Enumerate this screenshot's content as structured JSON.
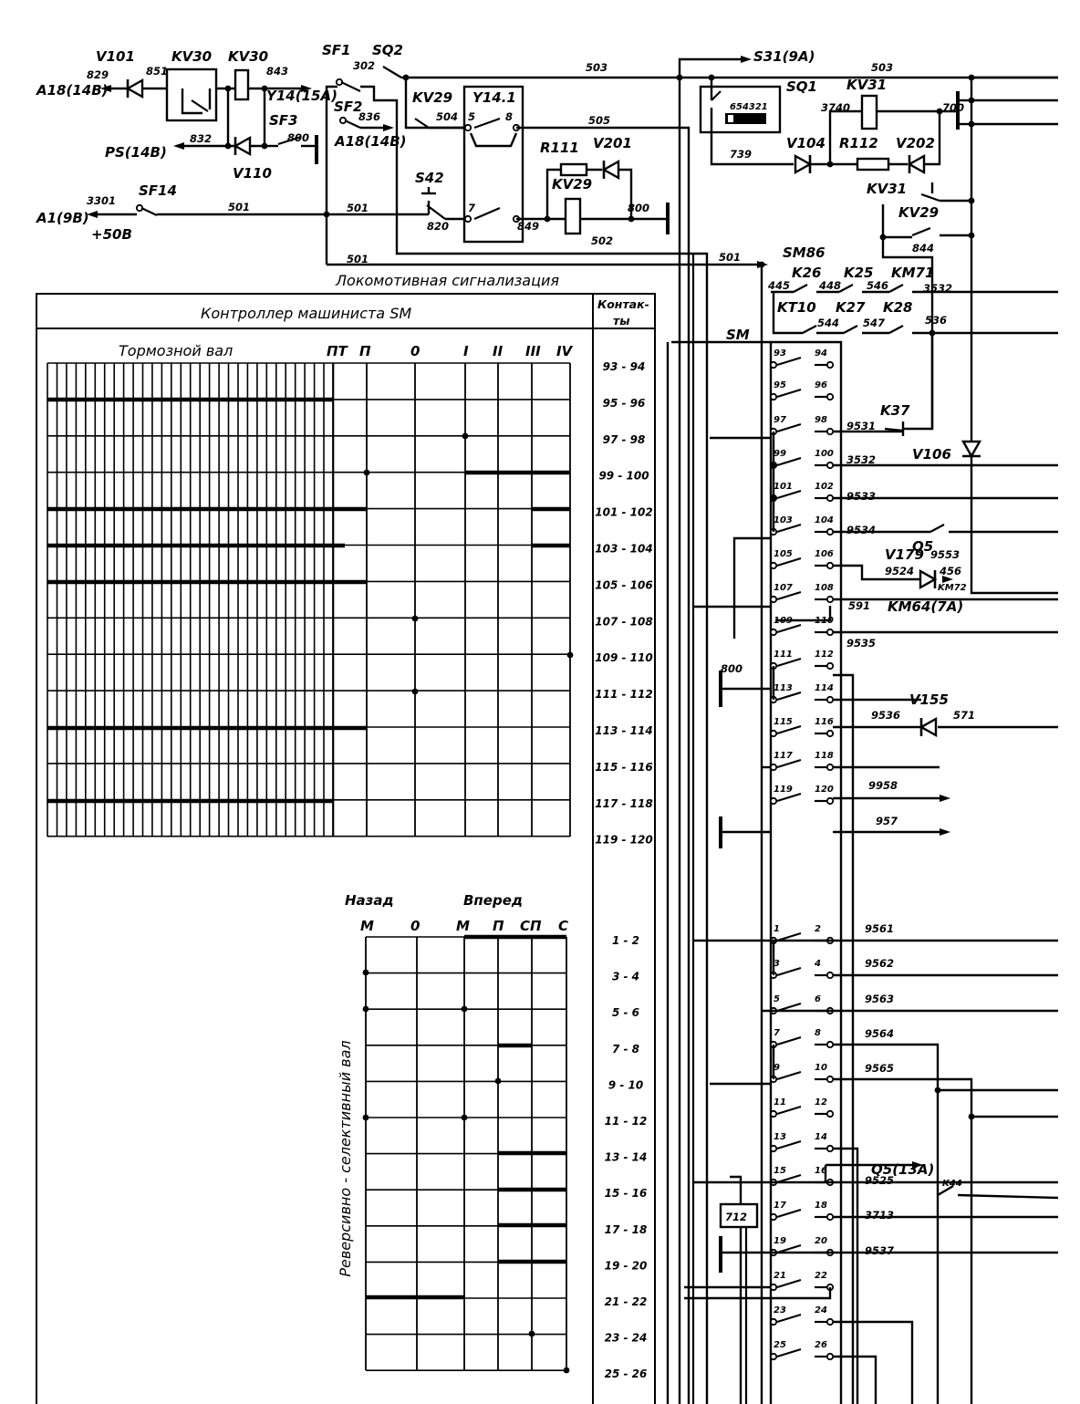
{
  "signaling_title": "Локомотивная сигнализация",
  "controller_table": {
    "title": "Контроллер машиниста SM",
    "contacts_header": [
      "Контак-",
      "ты"
    ],
    "brake_shaft_label": "Тормозной вал",
    "brake_positions": [
      "ПТ",
      "П",
      "0",
      "I",
      "II",
      "III",
      "IV"
    ],
    "brake_contacts": [
      "93 - 94",
      "95 - 96",
      "97 - 98",
      "99 - 100",
      "101 - 102",
      "103 - 104",
      "105 - 106",
      "107 - 108",
      "109 - 110",
      "111 - 112",
      "113 - 114",
      "115 - 116",
      "117 - 118",
      "119 - 120"
    ],
    "reverse_shaft_label": "Реверсивно - селективный вал",
    "reverse_groups": [
      "Назад",
      "Вперед"
    ],
    "reverse_positions": [
      "М",
      "0",
      "М",
      "П",
      "СП",
      "С"
    ],
    "reverse_contacts": [
      "1 - 2",
      "3 - 4",
      "5 - 6",
      "7 - 8",
      "9 - 10",
      "11 - 12",
      "13 - 14",
      "15 - 16",
      "17 - 18",
      "19 - 20",
      "21 - 22",
      "23 - 24",
      "25 - 26"
    ]
  },
  "components": [
    "V101",
    "KV30",
    "KV30",
    "SF1",
    "SQ2",
    "SF2",
    "SF3",
    "V110",
    "SF14",
    "KV29",
    "Y14.1",
    "S42",
    "R111",
    "V201",
    "KV29",
    "SQ1",
    "KV31",
    "V104",
    "R112",
    "V202",
    "KV31",
    "KV29",
    "SM86",
    "K26",
    "K25",
    "KM71",
    "KT10",
    "K27",
    "K28",
    "SM",
    "K37",
    "V106",
    "Q5",
    "V179",
    "V155",
    "K44",
    "654321"
  ],
  "connectors": [
    "A18(14B)",
    "PS(14B)",
    "A1(9B)",
    "+50B",
    "A18(14B)",
    "S31(9A)",
    "KM72",
    "KM64(7A)",
    "Q5(13A)",
    "Y14(15A)"
  ],
  "wire_numbers": [
    "829",
    "851",
    "843",
    "832",
    "800",
    "3301",
    "501",
    "302",
    "836",
    "504",
    "5",
    "8",
    "503",
    "505",
    "7",
    "820",
    "849",
    "800",
    "502",
    "501",
    "501",
    "501",
    "503",
    "3740",
    "700",
    "739",
    "844",
    "445",
    "448",
    "546",
    "3532",
    "544",
    "547",
    "536",
    "9531",
    "3532",
    "9533",
    "9534",
    "9553",
    "9524",
    "456",
    "591",
    "9535",
    "800",
    "9536",
    "571",
    "9958",
    "957",
    "9561",
    "9562",
    "9563",
    "9564",
    "9565",
    "9525",
    "712",
    "3713",
    "9537"
  ],
  "sm_contacts": {
    "brake": [
      [
        "93",
        "94"
      ],
      [
        "95",
        "96"
      ],
      [
        "97",
        "98"
      ],
      [
        "99",
        "100"
      ],
      [
        "101",
        "102"
      ],
      [
        "103",
        "104"
      ],
      [
        "105",
        "106"
      ],
      [
        "107",
        "108"
      ],
      [
        "109",
        "110"
      ],
      [
        "111",
        "112"
      ],
      [
        "113",
        "114"
      ],
      [
        "115",
        "116"
      ],
      [
        "117",
        "118"
      ],
      [
        "119",
        "120"
      ]
    ],
    "reverse": [
      [
        "1",
        "2"
      ],
      [
        "3",
        "4"
      ],
      [
        "5",
        "6"
      ],
      [
        "7",
        "8"
      ],
      [
        "9",
        "10"
      ],
      [
        "11",
        "12"
      ],
      [
        "13",
        "14"
      ],
      [
        "15",
        "16"
      ],
      [
        "17",
        "18"
      ],
      [
        "19",
        "20"
      ],
      [
        "21",
        "22"
      ],
      [
        "23",
        "24"
      ],
      [
        "25",
        "26"
      ]
    ]
  }
}
